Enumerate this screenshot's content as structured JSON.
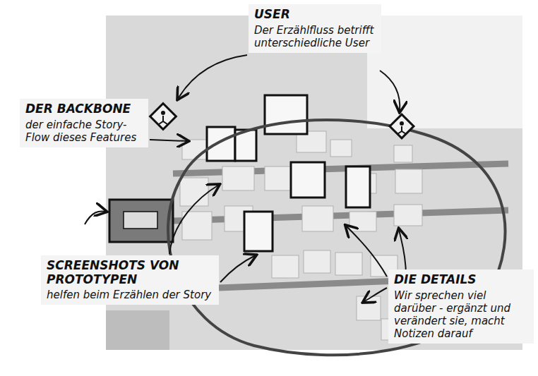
{
  "diagram": {
    "nodes": [
      {
        "text": [
          "USER",
          "Der Erzählfluss betrifft unterschiedliche User"
        ]
      },
      {
        "text": [
          "DER BACKBONE",
          "der einfache Story-Flow dieses Features"
        ]
      },
      {
        "text": [
          "SCREENSHOTS VON PROTOTYPEN",
          "helfen beim Erzählen der Story"
        ]
      },
      {
        "text": [
          "DIE DETAILS",
          "Wir sprechen viel darüber - ergänzt und verändert sie, macht Notizen darauf"
        ]
      }
    ]
  }
}
